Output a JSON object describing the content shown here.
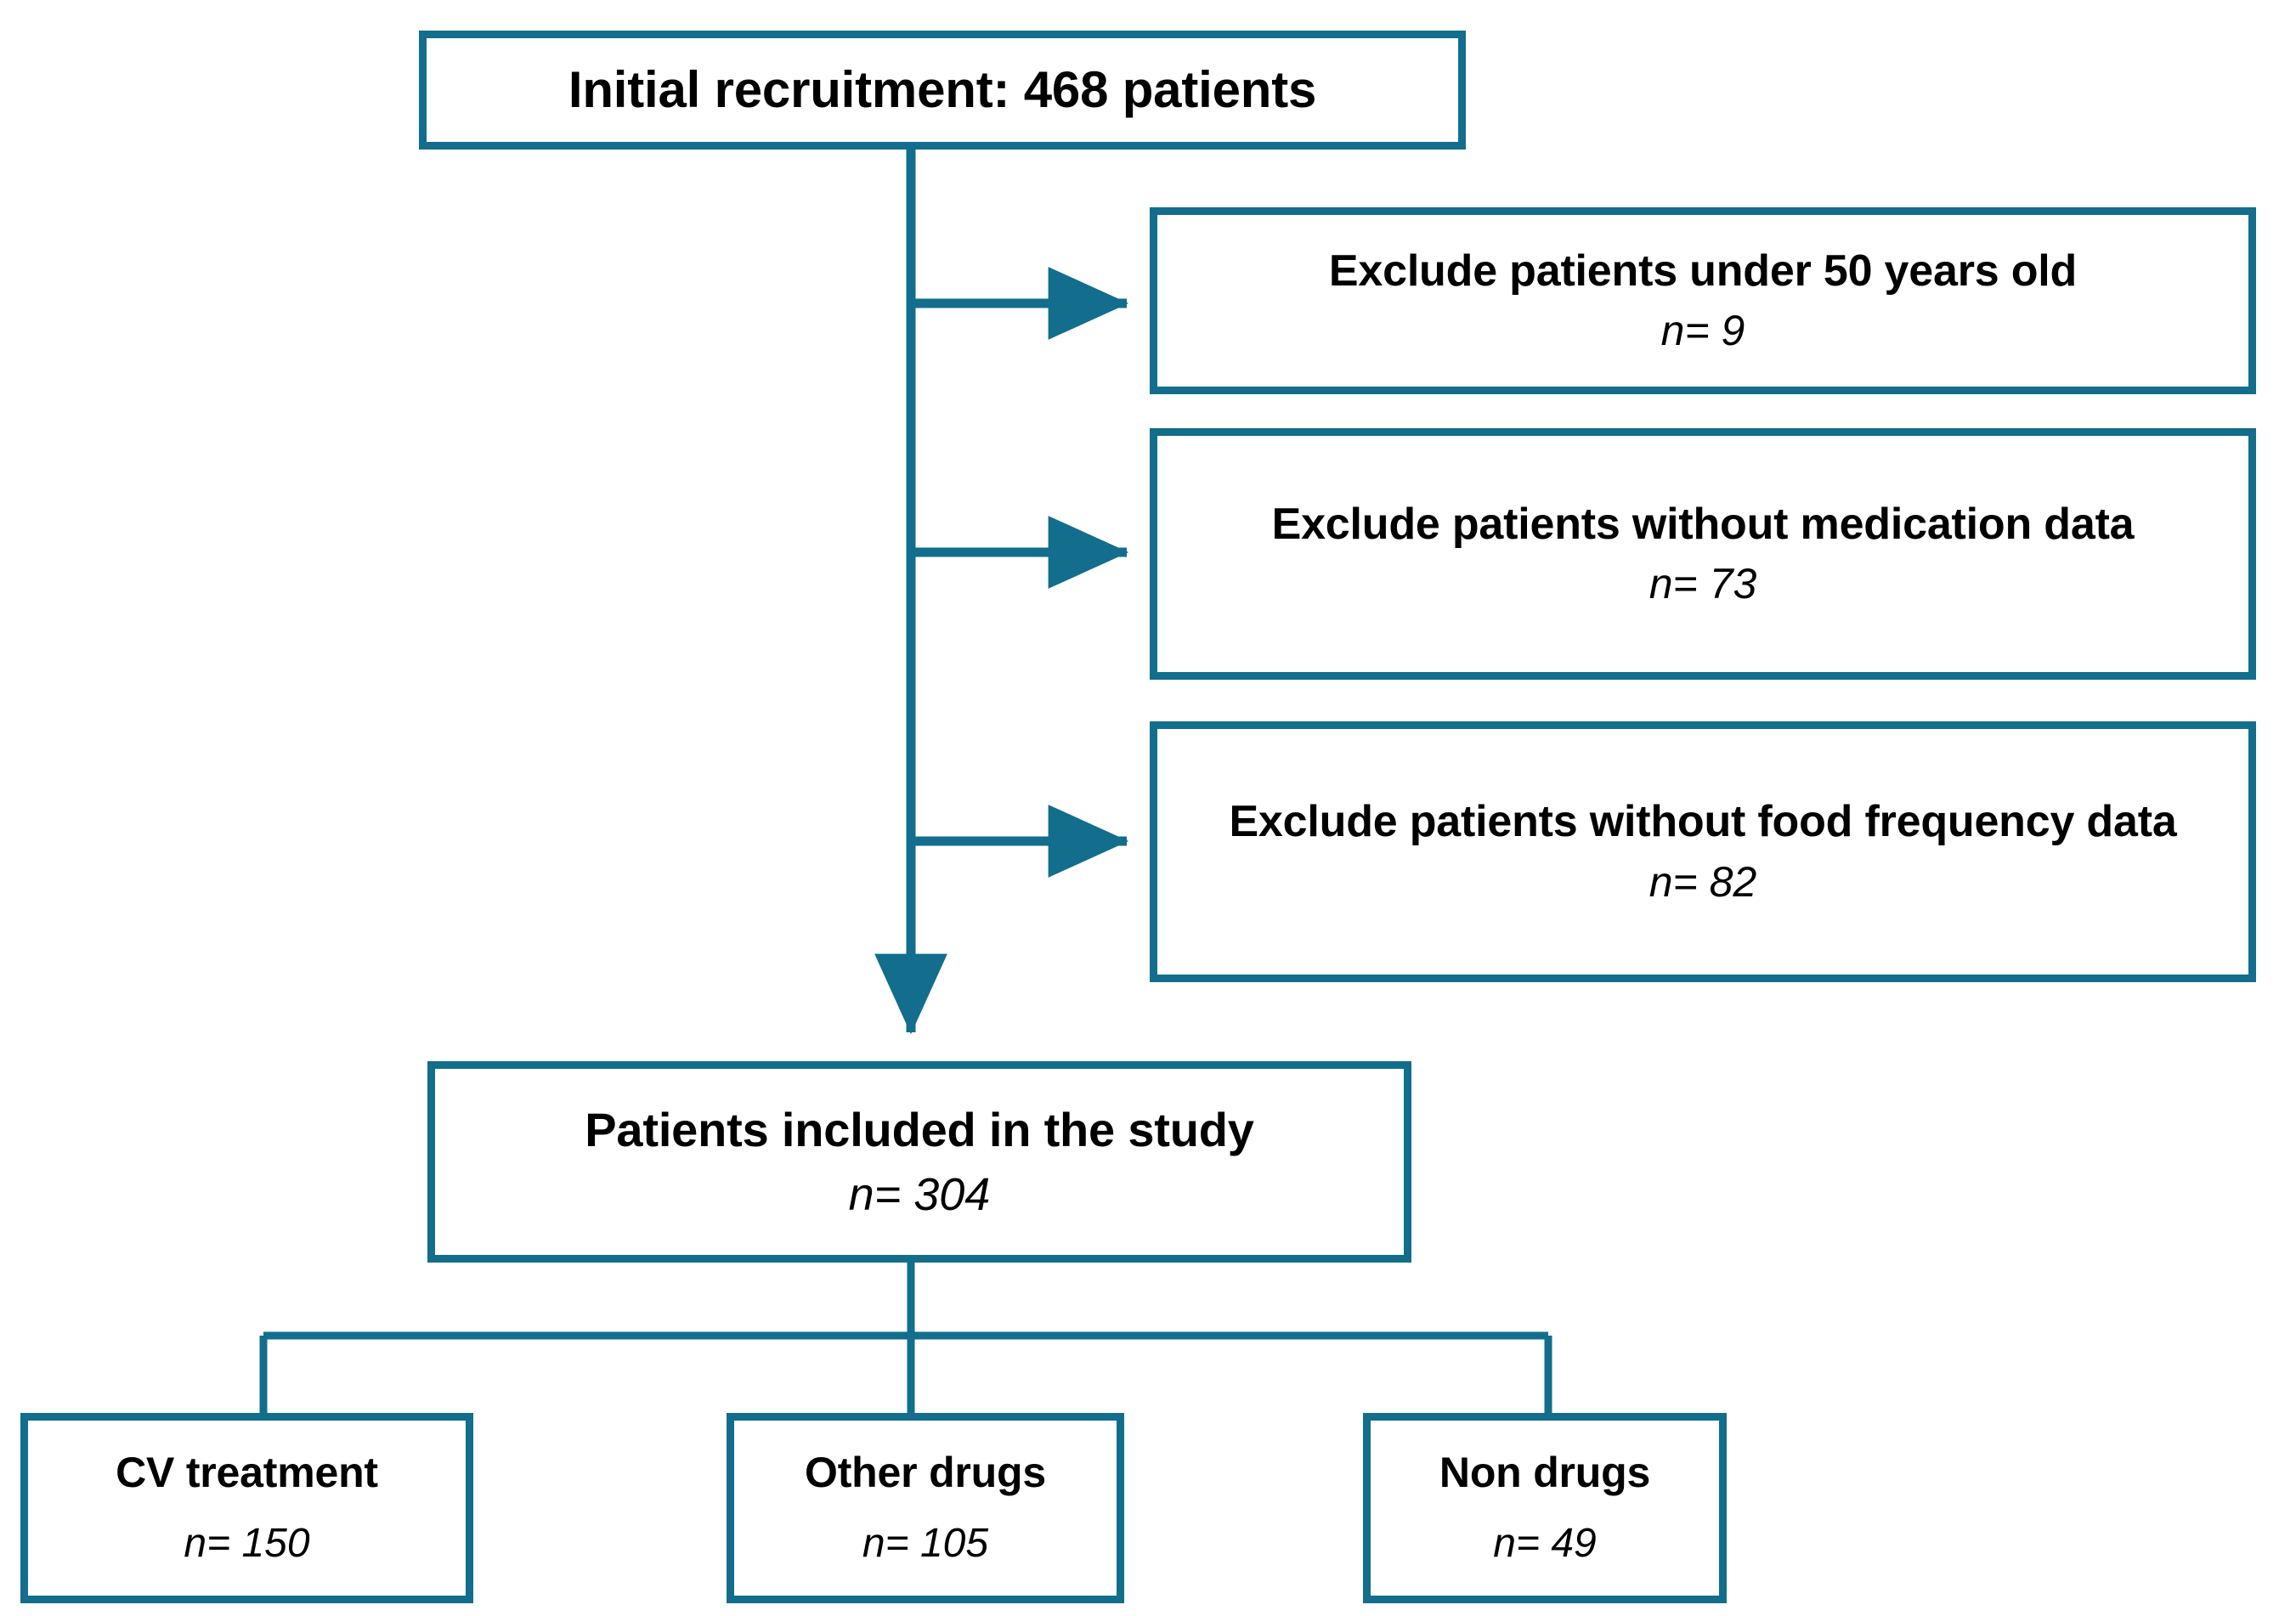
{
  "diagram": {
    "type": "flowchart",
    "title": "Patient recruitment and exclusion flow",
    "accent_color": "#126E8C",
    "background_color": "#FFFFFF",
    "text_color": "#000000"
  },
  "nodes": {
    "initial": {
      "title": "Initial recruitment: 468 patients",
      "count": "",
      "n_value": 468
    },
    "exclude_age": {
      "title": "Exclude patients under 50 years old",
      "count": "n= 9",
      "n_value": 9
    },
    "exclude_medication": {
      "title": "Exclude patients without medication data",
      "count": "n= 73",
      "n_value": 73
    },
    "exclude_food": {
      "title": "Exclude patients without food frequency data",
      "count": "n= 82",
      "n_value": 82
    },
    "included": {
      "title": "Patients included in the study",
      "count": "n= 304",
      "n_value": 304
    },
    "cv_treatment": {
      "title": "CV treatment",
      "count": "n= 150",
      "n_value": 150
    },
    "other_drugs": {
      "title": "Other drugs",
      "count": "n= 105",
      "n_value": 105
    },
    "non_drugs": {
      "title": "Non drugs",
      "count": "n= 49",
      "n_value": 49
    }
  },
  "connectors": [
    {
      "name": "initial-to-exclude-age",
      "from": "initial",
      "to": "exclude_age",
      "arrow": "right"
    },
    {
      "name": "initial-to-exclude-medication",
      "from": "initial",
      "to": "exclude_medication",
      "arrow": "right"
    },
    {
      "name": "initial-to-exclude-food",
      "from": "initial",
      "to": "exclude_food",
      "arrow": "right"
    },
    {
      "name": "initial-to-included",
      "from": "initial",
      "to": "included",
      "arrow": "down"
    },
    {
      "name": "included-to-cv-treatment",
      "from": "included",
      "to": "cv_treatment",
      "arrow": "none"
    },
    {
      "name": "included-to-other-drugs",
      "from": "included",
      "to": "other_drugs",
      "arrow": "none"
    },
    {
      "name": "included-to-non-drugs",
      "from": "included",
      "to": "non_drugs",
      "arrow": "none"
    }
  ]
}
